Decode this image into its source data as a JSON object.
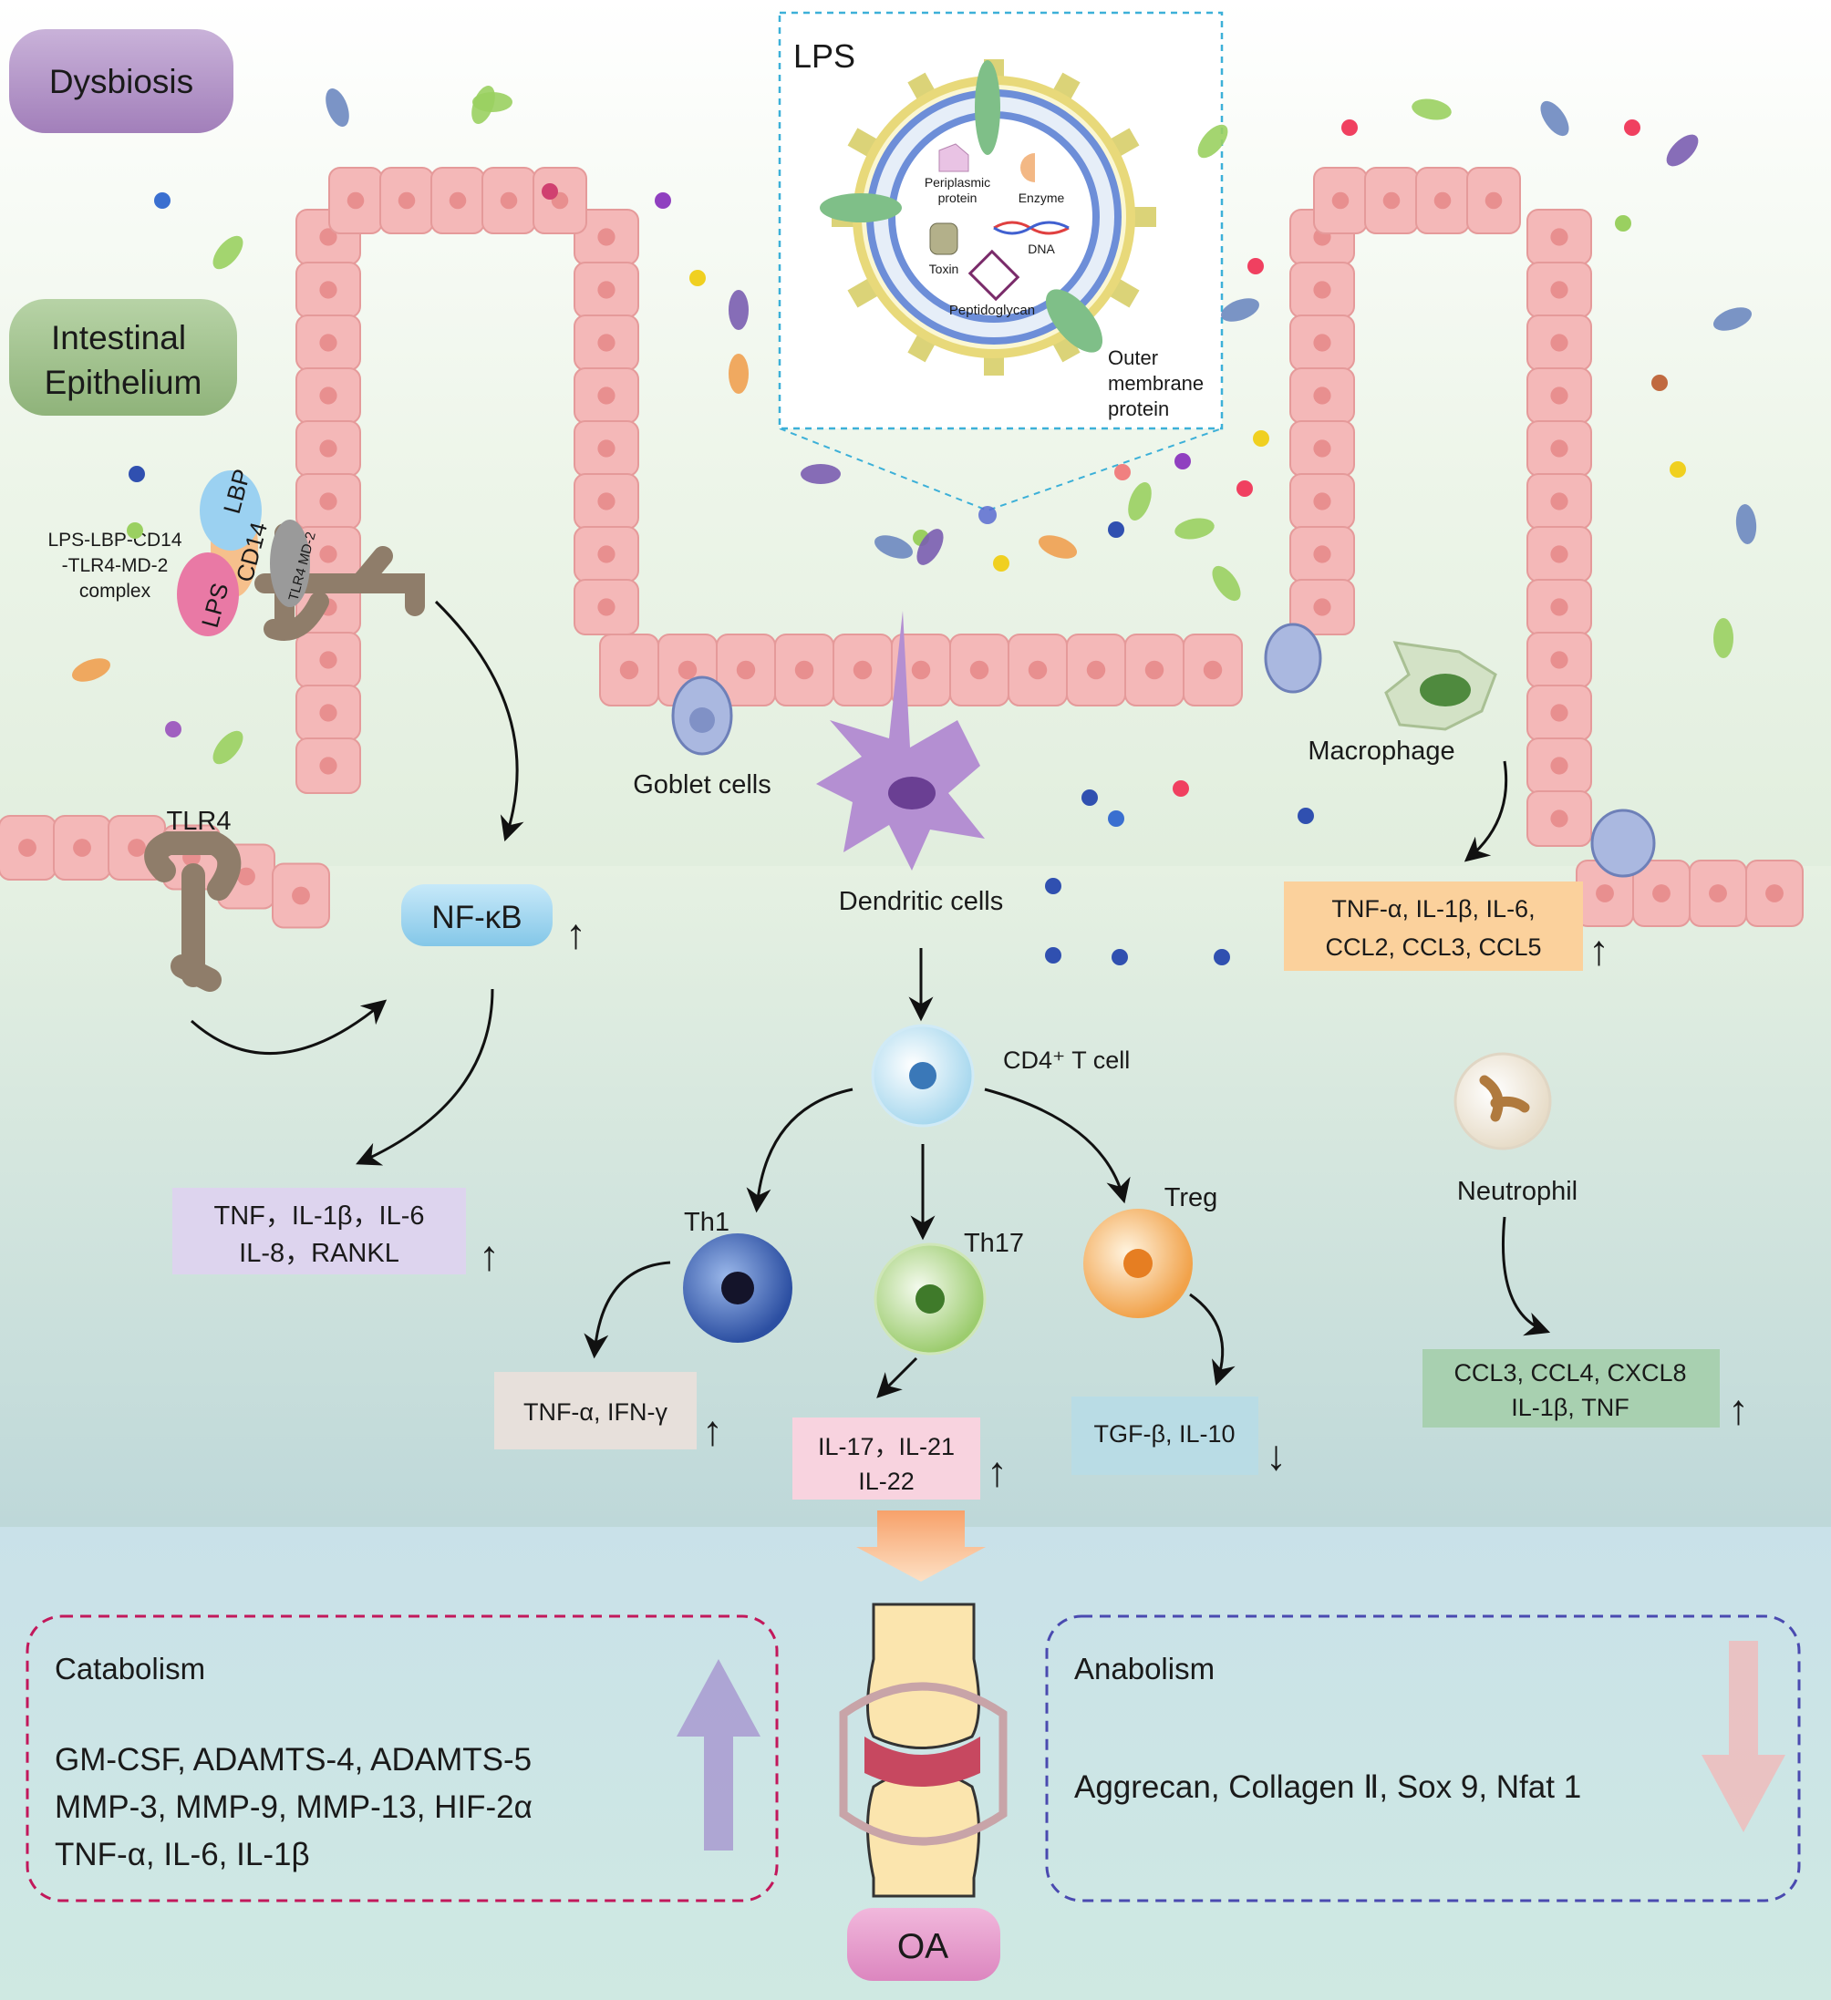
{
  "labels": {
    "dysbiosis": "Dysbiosis",
    "intestinal_1": "Intestinal",
    "intestinal_2": "Epithelium",
    "lps_title": "LPS",
    "periplasmic_1": "Periplasmic",
    "periplasmic_2": "protein",
    "enzyme": "Enzyme",
    "toxin": "Toxin",
    "dna": "DNA",
    "peptidoglycan": "Peptidoglycan",
    "outer_1": "Outer",
    "outer_2": "membrane",
    "outer_3": "protein",
    "complex_1": "LPS-LBP-CD14",
    "complex_2": "-TLR4-MD-2",
    "complex_3": "complex",
    "lbp": "LBP",
    "cd14": "CD14",
    "lps_small": "LPS",
    "tlr4md2": "TLR4 MD-2",
    "tlr4": "TLR4",
    "nfkb": "NF-κB",
    "goblet": "Goblet cells",
    "dendritic": "Dendritic cells",
    "macrophage": "Macrophage",
    "cd4": "CD4⁺ T cell",
    "th1": "Th1",
    "th17": "Th17",
    "treg": "Treg",
    "neutrophil": "Neutrophil",
    "oa": "OA"
  },
  "boxes": {
    "tnf_line1": "TNF，IL-1β，IL-6",
    "tnf_line2": "IL-8，RANKL",
    "mac_line1": "TNF-α, IL-1β, IL-6,",
    "mac_line2": "CCL2, CCL3, CCL5",
    "th1_out": "TNF-α, IFN-γ",
    "th17_line1": "IL-17，IL-21",
    "th17_line2": "IL-22",
    "treg_out": "TGF-β, IL-10",
    "neu_line1": "CCL3, CCL4, CXCL8",
    "neu_line2": "IL-1β, TNF"
  },
  "catabolism": {
    "title": "Catabolism",
    "line1": "GM-CSF, ADAMTS-4, ADAMTS-5",
    "line2": "MMP-3, MMP-9, MMP-13, HIF-2α",
    "line3": "TNF-α, IL-6, IL-1β"
  },
  "anabolism": {
    "title": "Anabolism",
    "line1": "Aggrecan, Collagen Ⅱ, Sox 9, Nfat 1"
  },
  "arrows": {
    "up": "↑",
    "down": "↓"
  },
  "colors": {
    "epithelium": "#f4b8b8",
    "cell_nucleus": "#e88f8f",
    "dysbiosis_label": "#b99ac9",
    "epithelium_label": "#9fc08f",
    "nfkb_label": "#a9d8f0",
    "oa_label": "#e79ac9",
    "catabolism_border": "#c2185b",
    "anabolism_border": "#4a4ab0"
  }
}
